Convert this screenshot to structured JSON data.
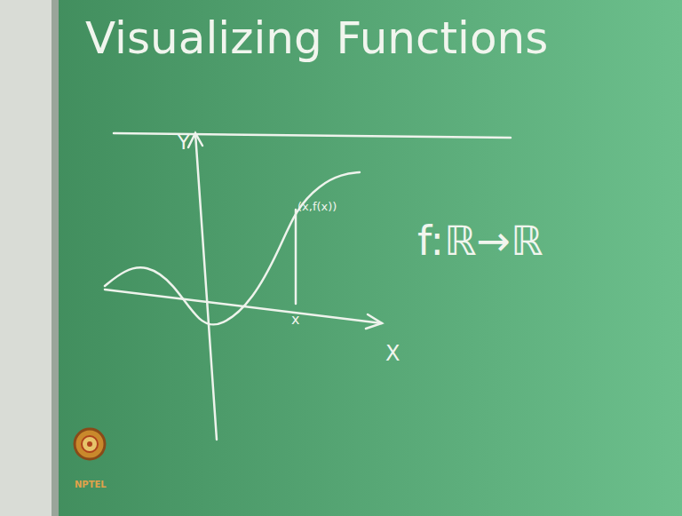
{
  "diagram": {
    "title": "Visualizing Functions",
    "labels": [
      "Y",
      "(x,f(x))",
      "f:ℝ→ℝ",
      "x",
      "X",
      "NPTEL"
    ]
  }
}
